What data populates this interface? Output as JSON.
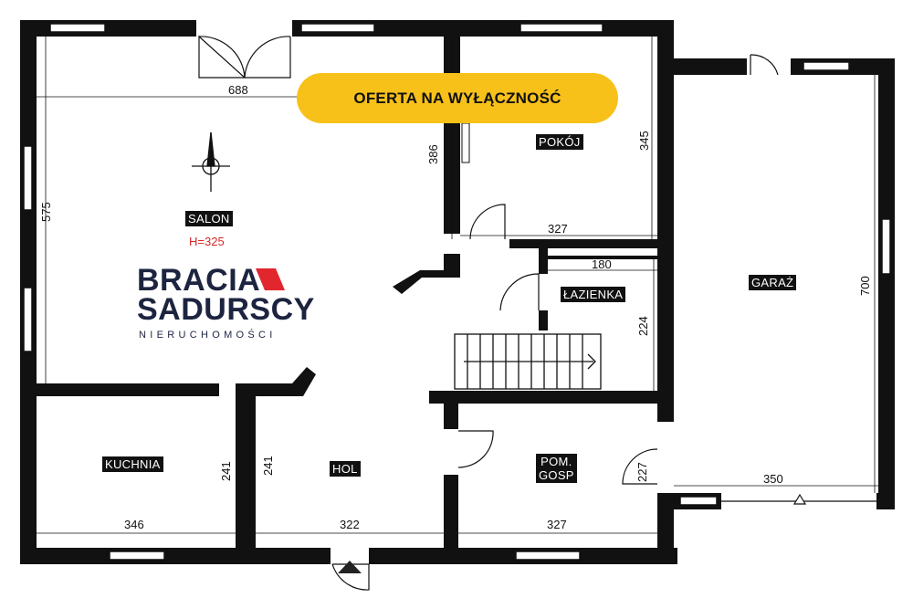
{
  "badge": {
    "text": "OFERTA NA WYŁĄCZNOŚĆ"
  },
  "logo": {
    "line1": "BRACIA",
    "line2": "SADURSCY",
    "subtitle": "NIERUCHOMOŚCI",
    "accent_color": "#e1262d",
    "text_color": "#1d2440"
  },
  "rooms": {
    "salon": "SALON",
    "salon_height": "H=325",
    "pokoj": "POKÓJ",
    "lazienka": "ŁAZIENKA",
    "garaz": "GARAŻ",
    "kuchnia": "KUCHNIA",
    "hol": "HOL",
    "pom_gosp": "POM.\nGOSP"
  },
  "dimensions": {
    "salon_width": "688",
    "salon_depth": "575",
    "salon_side": "386",
    "pokoj_depth": "345",
    "pokoj_width": "327",
    "lazienka_width": "180",
    "lazienka_depth": "224",
    "garaz_depth": "700",
    "garaz_width": "350",
    "kuchnia_width": "346",
    "kuchnia_depth": "241",
    "hol_depth": "241",
    "hol_width": "322",
    "pom_width": "327",
    "pom_depth": "227"
  },
  "colors": {
    "wall": "#111111",
    "badge": "#f7c11a",
    "height_note": "#d62828"
  }
}
